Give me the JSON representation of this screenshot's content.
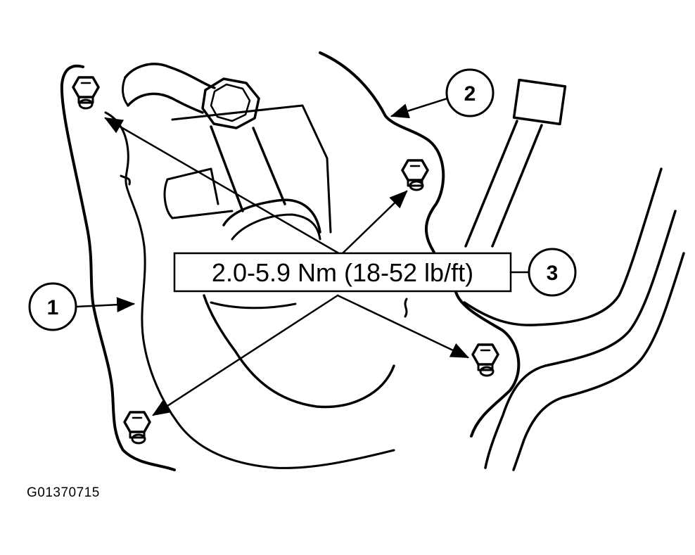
{
  "callouts": [
    {
      "id": "1",
      "label": "1"
    },
    {
      "id": "2",
      "label": "2"
    },
    {
      "id": "3",
      "label": "3"
    }
  ],
  "torque_spec": "2.0-5.9 Nm (18-52 lb/ft)",
  "figure_id": "G01370715",
  "colors": {
    "ink": "#000000",
    "background": "#ffffff"
  }
}
